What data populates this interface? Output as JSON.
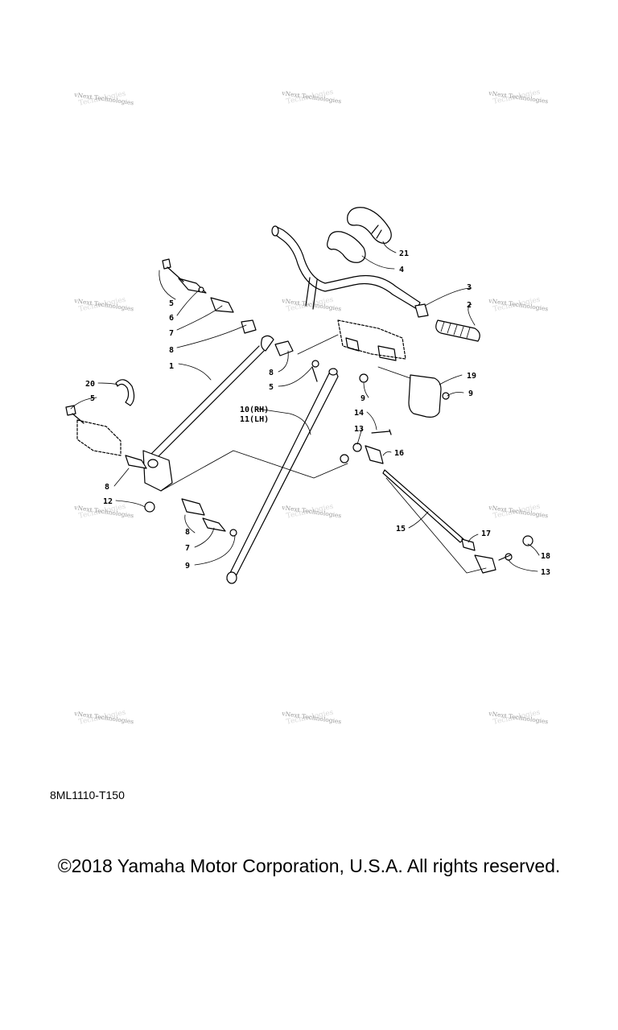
{
  "watermark": {
    "line1": "vNext Technologies",
    "line2": "Technologies"
  },
  "callouts": {
    "c1": "1",
    "c2": "2",
    "c3": "3",
    "c4": "4",
    "c5a": "5",
    "c5b": "5",
    "c5c": "5",
    "c6": "6",
    "c7a": "7",
    "c7b": "7",
    "c8a": "8",
    "c8b": "8",
    "c8c": "8",
    "c8d": "8",
    "c9a": "9",
    "c9b": "9",
    "c9c": "9",
    "c10": "10(RH)",
    "c11": "11(LH)",
    "c12": "12",
    "c13a": "13",
    "c13b": "13",
    "c14": "14",
    "c15": "15",
    "c16": "16",
    "c17": "17",
    "c18": "18",
    "c19": "19",
    "c20": "20",
    "c21": "21"
  },
  "diagram_code": "8ML1110-T150",
  "copyright": "©2018 Yamaha Motor Corporation, U.S.A. All rights reserved."
}
